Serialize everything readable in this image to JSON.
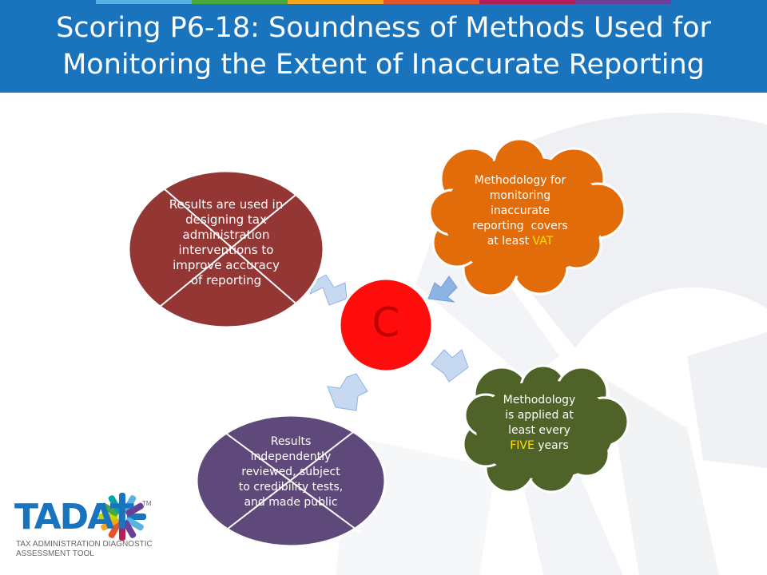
{
  "title": {
    "line1": "Scoring P6-18: Soundness of Methods Used for",
    "line2": "Monitoring the Extent of Inaccurate Reporting"
  },
  "center": {
    "label": "C"
  },
  "nodes": {
    "top_left": {
      "lines": [
        "Results are used in",
        "designing tax",
        "administration",
        "interventions to",
        "improve accuracy",
        "of reporting"
      ],
      "crossed": true
    },
    "top_right": {
      "lines": [
        "Methodology for",
        "monitoring",
        "inaccurate",
        "reporting  covers"
      ],
      "last_prefix": "at least ",
      "last_highlight": "VAT",
      "crossed": false
    },
    "bottom_right": {
      "lines": [
        "Methodology",
        "is applied at",
        "least every"
      ],
      "last_highlight": "FIVE",
      "last_suffix": " years",
      "crossed": false
    },
    "bottom_left": {
      "lines": [
        "Results",
        "independently",
        "reviewed, subject",
        "to credibility tests,",
        "and made public"
      ],
      "crossed": true
    }
  },
  "logo": {
    "word": "TADAT",
    "tm": "TM",
    "sub1": "TAX ADMINISTRATION DIAGNOSTIC",
    "sub2": "ASSESSMENT TOOL"
  },
  "colors": {
    "header": "#1a73bd",
    "center": "#ff0d0d",
    "center_text": "#c00000",
    "top_left": "#943634",
    "top_right": "#e36c0a",
    "bottom_right": "#4f6228",
    "bottom_left": "#5f497a",
    "arrow": "#c6d9f1",
    "highlight": "#ffe000"
  }
}
